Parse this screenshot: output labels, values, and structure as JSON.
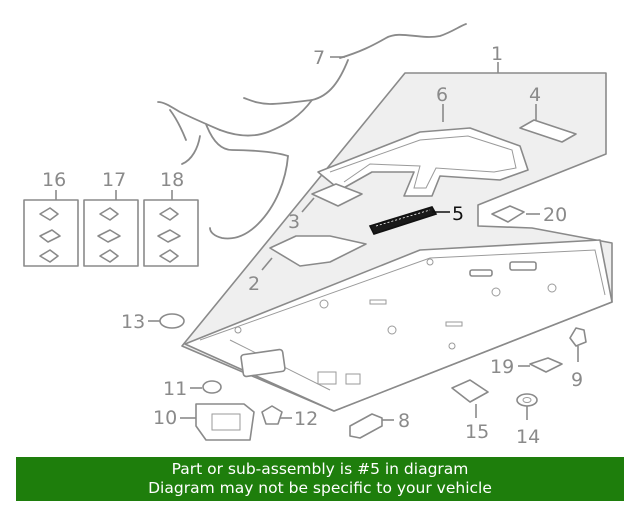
{
  "callouts": [
    {
      "id": "1",
      "label": "1"
    },
    {
      "id": "2",
      "label": "2"
    },
    {
      "id": "3",
      "label": "3"
    },
    {
      "id": "4",
      "label": "4"
    },
    {
      "id": "5",
      "label": "5",
      "highlighted": true
    },
    {
      "id": "6",
      "label": "6"
    },
    {
      "id": "7",
      "label": "7"
    },
    {
      "id": "8",
      "label": "8"
    },
    {
      "id": "9",
      "label": "9"
    },
    {
      "id": "10",
      "label": "10"
    },
    {
      "id": "11",
      "label": "11"
    },
    {
      "id": "12",
      "label": "12"
    },
    {
      "id": "13",
      "label": "13"
    },
    {
      "id": "14",
      "label": "14"
    },
    {
      "id": "15",
      "label": "15"
    },
    {
      "id": "16",
      "label": "16"
    },
    {
      "id": "17",
      "label": "17"
    },
    {
      "id": "18",
      "label": "18"
    },
    {
      "id": "19",
      "label": "19"
    },
    {
      "id": "20",
      "label": "20"
    }
  ],
  "colors": {
    "line": "#8a8a8a",
    "highlight": "#111111",
    "banner_bg": "#1e7e0c",
    "banner_text": "#ffffff"
  },
  "banner": {
    "line1": "Part or sub-assembly is #5 in diagram",
    "line2": "Diagram may not be specific to your vehicle"
  }
}
